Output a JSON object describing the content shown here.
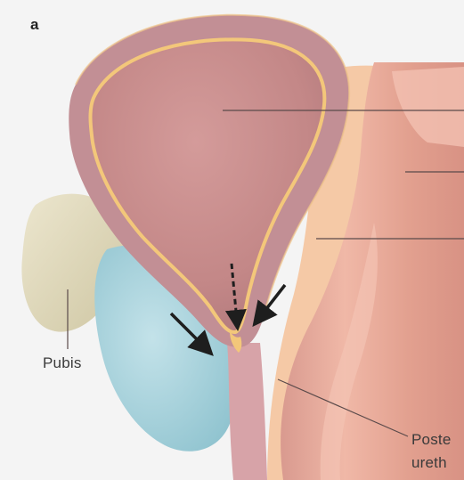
{
  "panel": {
    "letter": "a"
  },
  "labels": {
    "pubis": "Pubis",
    "posterior_urethra_line1": "Poste",
    "posterior_urethra_line2": "ureth"
  },
  "colors": {
    "background": "#f4f4f4",
    "bladder_wall": "#c28f95",
    "bladder_lumen": "#c98b8b",
    "mucosa_outline": "#f3c77a",
    "prostate": "#a9d3dc",
    "pubis": "#ddd6b8",
    "rectum": "#e6a894",
    "arrows": "#1e1e1e"
  }
}
